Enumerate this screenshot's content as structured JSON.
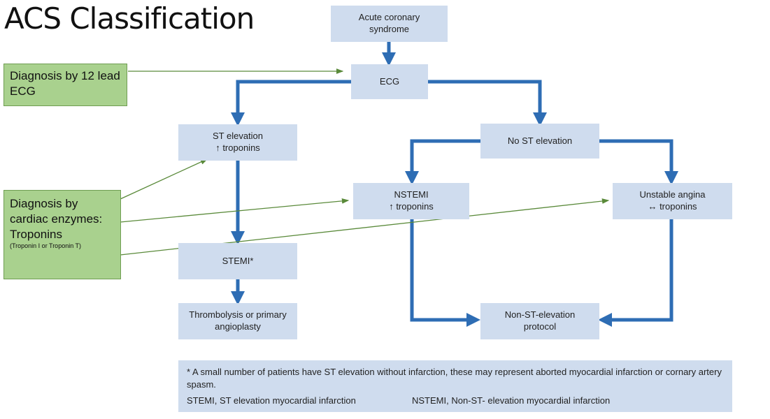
{
  "title": "ACS Classification",
  "nodes": {
    "acs": "Acute coronary syndrome",
    "ecg": "ECG",
    "st_elev_1": "ST elevation",
    "st_elev_2": "↑  troponins",
    "no_st": "No ST elevation",
    "nstemi_1": "NSTEMI",
    "nstemi_2": "↑ troponins",
    "ua_1": "Unstable angina",
    "ua_2": "↔  troponins",
    "stemi": "STEMI*",
    "thrombo": "Thrombolysis or primary angioplasty",
    "nonst_protocol": "Non-ST-elevation protocol"
  },
  "notes": {
    "ecg_note": "Diagnosis by 12 lead ECG",
    "enzyme_note_1": "Diagnosis by cardiac enzymes: Troponins",
    "enzyme_note_2": "(Troponin I or Troponin T)"
  },
  "footnote": {
    "line1": "* A small number of patients have ST elevation without infarction, these may represent aborted myocardial infarction or cornary artery spasm.",
    "stemi_def": "STEMI, ST elevation myocardial infarction",
    "nstemi_def": "NSTEMI, Non-ST- elevation myocardial infarction"
  },
  "colors": {
    "box": "#cfdcee",
    "arrow": "#2e6db4",
    "note": "#a9d18e",
    "note_line": "#5a8a3a"
  }
}
